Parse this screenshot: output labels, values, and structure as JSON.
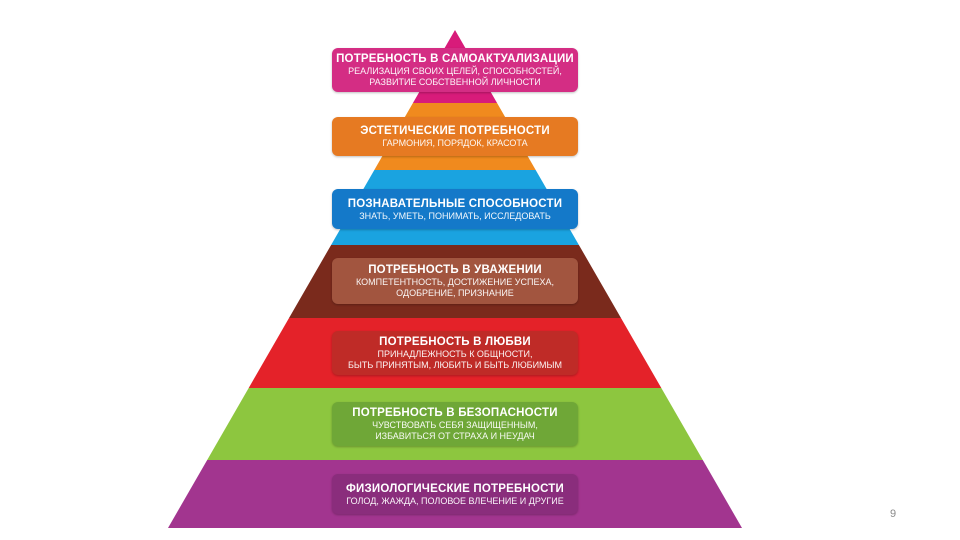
{
  "levels": [
    {
      "title": "ПОТРЕБНОСТЬ В САМОАКТУАЛИЗАЦИИ",
      "desc": "РЕАЛИЗАЦИЯ СВОИХ ЦЕЛЕЙ, СПОСОБНОСТЕЙ,\nРАЗВИТИЕ СОБСТВЕННОЙ ЛИЧНОСТИ",
      "color": "#d81b7a",
      "box_color": "#d42d84"
    },
    {
      "title": "ЭСТЕТИЧЕСКИЕ ПОТРЕБНОСТИ",
      "desc": "ГАРМОНИЯ, ПОРЯДОК, КРАСОТА",
      "color": "#f08a1e",
      "box_color": "#e67a22"
    },
    {
      "title": "ПОЗНАВАТЕЛЬНЫЕ СПОСОБНОСТИ",
      "desc": "ЗНАТЬ, УМЕТЬ, ПОНИМАТЬ, ИССЛЕДОВАТЬ",
      "color": "#1aa3e0",
      "box_color": "#1479c9"
    },
    {
      "title": "ПОТРЕБНОСТЬ В УВАЖЕНИИ",
      "desc": "КОМПЕТЕНТНОСТЬ, ДОСТИЖЕНИЕ УСПЕХА,\nОДОБРЕНИЕ, ПРИЗНАНИЕ",
      "color": "#7a2a1c",
      "box_color": "#a2553f"
    },
    {
      "title": "ПОТРЕБНОСТЬ В ЛЮБВИ",
      "desc": "ПРИНАДЛЕЖНОСТЬ К ОБЩНОСТИ,\nБЫТЬ ПРИНЯТЫМ, ЛЮБИТЬ И БЫТЬ ЛЮБИМЫМ",
      "color": "#e42229",
      "box_color": "#bf2b27"
    },
    {
      "title": "ПОТРЕБНОСТЬ В БЕЗОПАСНОСТИ",
      "desc": "ЧУВСТВОВАТЬ СЕБЯ ЗАЩИЩЕННЫМ,\nИЗБАВИТЬСЯ ОТ СТРАХА И НЕУДАЧ",
      "color": "#8dc63f",
      "box_color": "#6fa737"
    },
    {
      "title": "ФИЗИОЛОГИЧЕСКИЕ ПОТРЕБНОСТИ",
      "desc": "ГОЛОД, ЖАЖДА, ПОЛОВОЕ ВЛЕЧЕНИЕ И ДРУГИЕ",
      "color": "#a2358f",
      "box_color": "#8a2d7c"
    }
  ],
  "page_number": "9"
}
